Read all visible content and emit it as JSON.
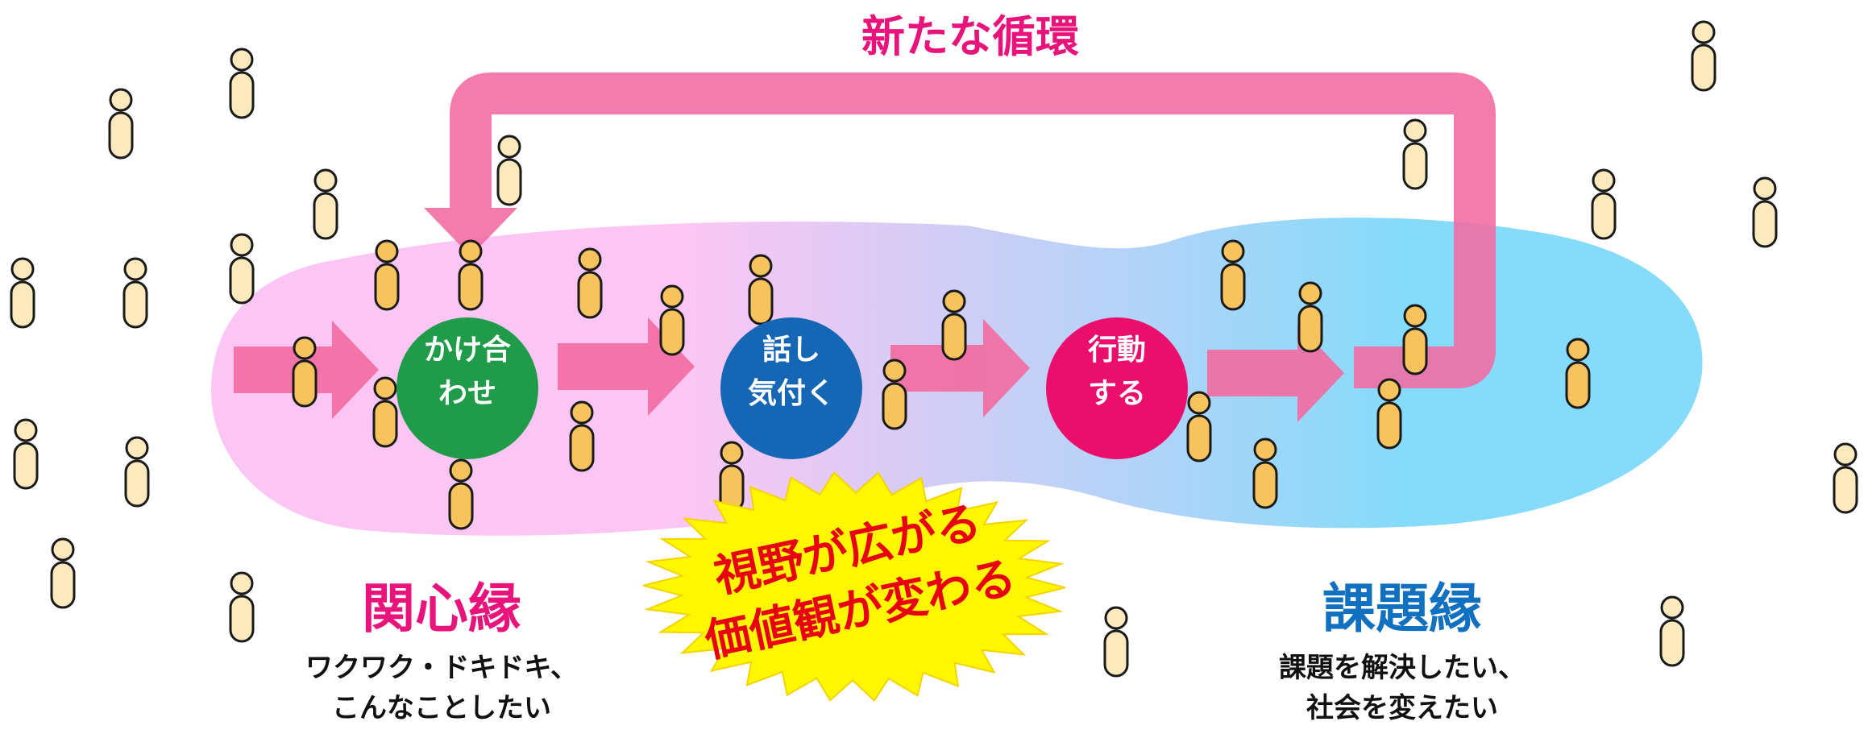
{
  "loop_title": "新たな循環",
  "steps": [
    {
      "line1": "かけ合",
      "line2": "わせ",
      "color": "#1f9b4a"
    },
    {
      "line1": "話し",
      "line2": "気付く",
      "color": "#1566b5"
    },
    {
      "line1": "行動",
      "line2": "する",
      "color": "#ea0f6c"
    }
  ],
  "left_zone": {
    "title": "関心縁",
    "title_color": "#e8137b",
    "caption_line1": "ワクワク・ドキドキ、",
    "caption_line2": "こんなことしたい"
  },
  "right_zone": {
    "title": "課題縁",
    "title_color": "#1170c0",
    "caption_line1": "課題を解決したい、",
    "caption_line2": "社会を変えたい"
  },
  "burst": {
    "line1": "視野が広がる",
    "line2": "価値観が変わる",
    "fill": "#fff700",
    "text_color": "#e60012"
  },
  "colors": {
    "zone_pink": "#fbc6f3",
    "zone_blue": "#86dbfa",
    "arrow_pink": "#f26aa0",
    "person_fill": "#fce9bd",
    "person_fill_inside": "#f7c35f",
    "person_stroke": "#1a1a1a"
  },
  "icons": [
    "person-icon",
    "arrow-icon",
    "loop-arrow-icon",
    "burst-icon"
  ]
}
